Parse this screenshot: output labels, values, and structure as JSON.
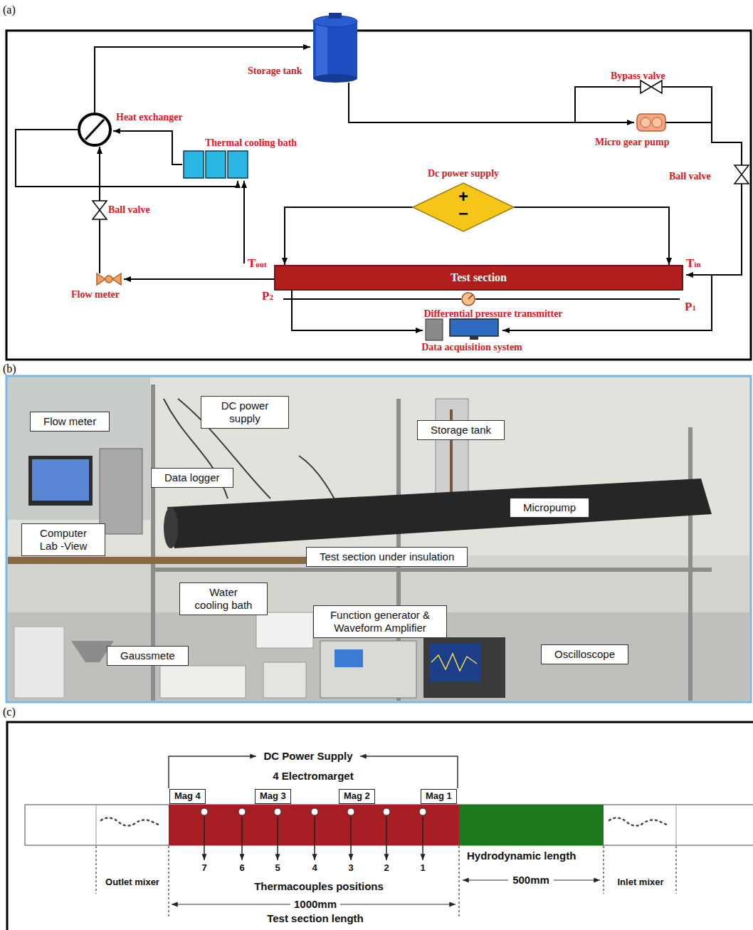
{
  "diagram": {
    "nodes": [
      {
        "text": [
          "Dc power supply",
          "+",
          "−"
        ]
      },
      {
        "text": [
          "Test section"
        ]
      },
      {
        "text": [
          "Flow meter"
        ]
      },
      {
        "text": [
          "DC power supply"
        ]
      },
      {
        "text": [
          "Storage tank"
        ]
      },
      {
        "text": [
          "Data logger"
        ]
      },
      {
        "text": [
          "Micropump"
        ]
      },
      {
        "text": [
          "Computer Lab -View"
        ]
      },
      {
        "text": [
          "Test section under insulation"
        ]
      },
      {
        "text": [
          "Water cooling bath"
        ]
      },
      {
        "text": [
          "Function generator & Waveform Amplifier"
        ]
      },
      {
        "text": [
          "Gaussmete"
        ]
      },
      {
        "text": [
          "Oscilloscope"
        ]
      },
      {
        "text": [
          "Mag 4"
        ]
      },
      {
        "text": [
          "Mag 3"
        ]
      },
      {
        "text": [
          "Mag 2"
        ]
      },
      {
        "text": [
          "Mag 1"
        ]
      }
    ],
    "edges": [
      {
        "from": 0,
        "to": 1,
        "arrow": "to"
      },
      {
        "from": 0,
        "to": 1,
        "arrow": "to"
      }
    ],
    "labels": [
      "(a)",
      "Storage tank",
      "Bypass valve",
      "Heat exchanger",
      "Thermal cooling bath",
      "Micro gear pump",
      "Ball valve",
      "Ball valve",
      "Tout",
      "Tin",
      "Flow meter",
      "P2",
      "P1",
      "Differential pressure transmitter",
      "Data acquisition system",
      "(b)",
      "(c)",
      "DC Power Supply",
      "4 Electromarget",
      "7",
      "6",
      "5",
      "4",
      "3",
      "2",
      "1",
      "Thermacouples positions",
      "Outlet mixer",
      "Hydrodynamic length",
      "500mm",
      "Inlet mixer",
      "1000mm",
      "Test section length"
    ]
  }
}
